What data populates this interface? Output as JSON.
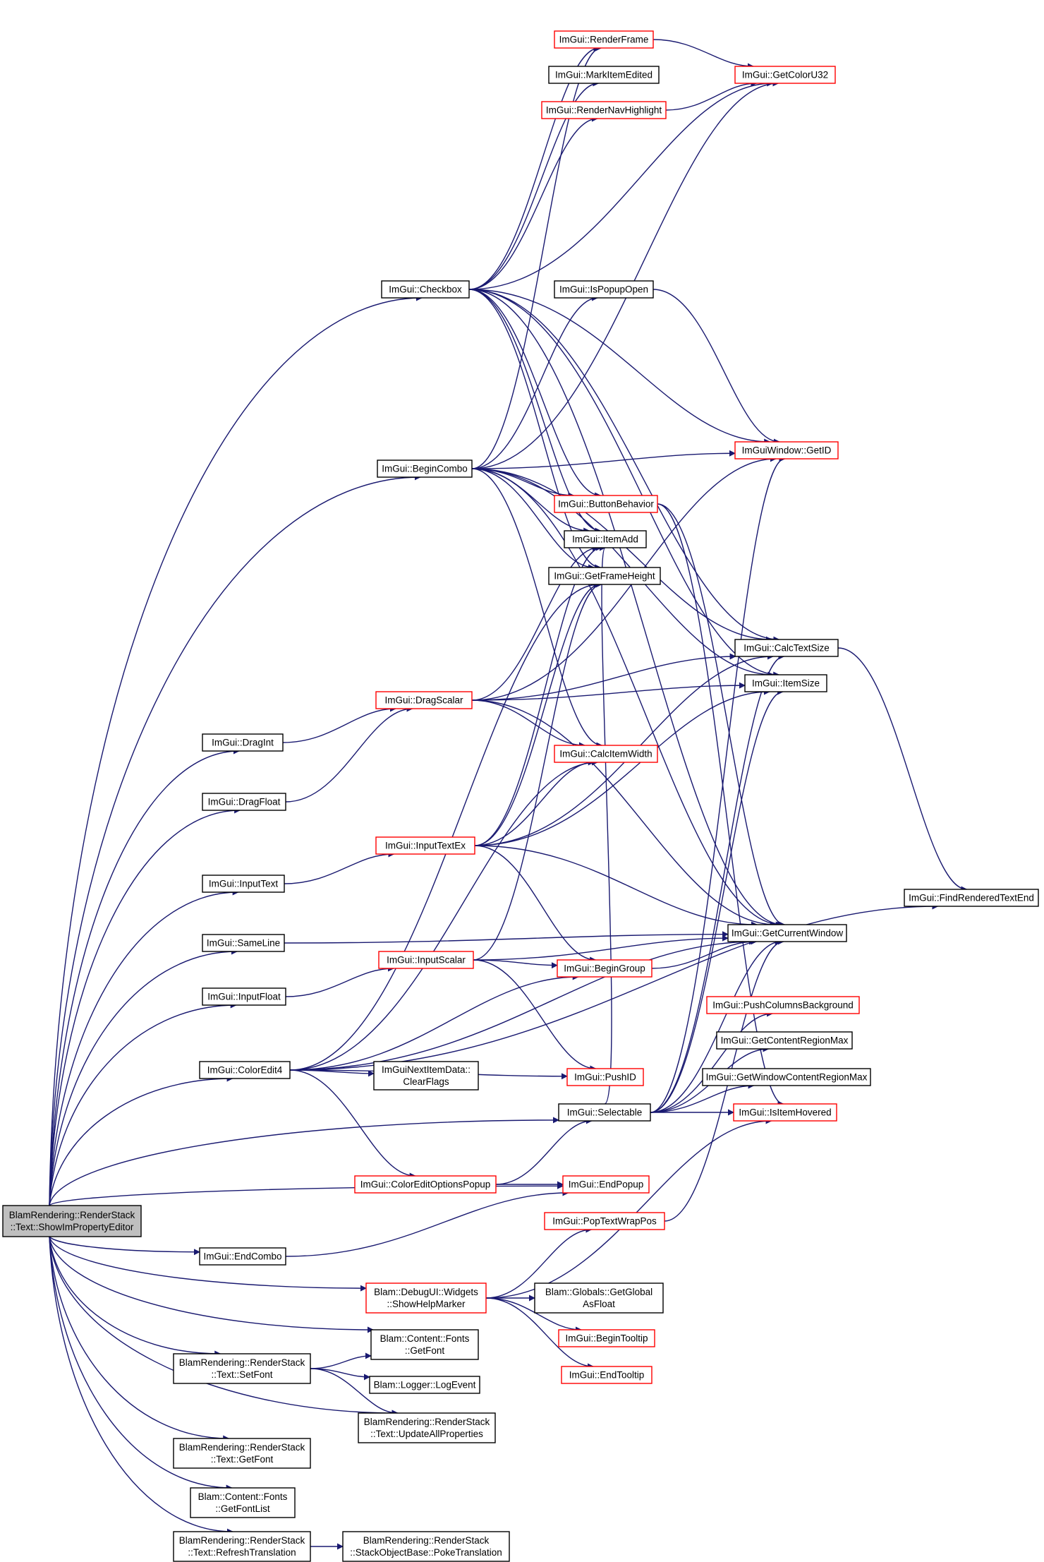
{
  "colors": {
    "edge": "#191970",
    "box_default": "#000000",
    "box_truncated": "#ff0000",
    "root_fill": "#bfbfbf"
  },
  "nodes": [
    {
      "id": "root",
      "lines": [
        "BlamRendering::RenderStack",
        "::Text::ShowImPropertyEditor"
      ],
      "style": "root"
    },
    {
      "id": "checkbox",
      "lines": [
        "ImGui::Checkbox"
      ],
      "style": "normal"
    },
    {
      "id": "begincombo",
      "lines": [
        "ImGui::BeginCombo"
      ],
      "style": "normal"
    },
    {
      "id": "dragint",
      "lines": [
        "ImGui::DragInt"
      ],
      "style": "normal"
    },
    {
      "id": "dragfloat",
      "lines": [
        "ImGui::DragFloat"
      ],
      "style": "normal"
    },
    {
      "id": "inputtext",
      "lines": [
        "ImGui::InputText"
      ],
      "style": "normal"
    },
    {
      "id": "sameline",
      "lines": [
        "ImGui::SameLine"
      ],
      "style": "normal"
    },
    {
      "id": "inputfloat",
      "lines": [
        "ImGui::InputFloat"
      ],
      "style": "normal"
    },
    {
      "id": "coloredit4",
      "lines": [
        "ImGui::ColorEdit4"
      ],
      "style": "normal"
    },
    {
      "id": "endcombo",
      "lines": [
        "ImGui::EndCombo"
      ],
      "style": "normal"
    },
    {
      "id": "setfont",
      "lines": [
        "BlamRendering::RenderStack",
        "::Text::SetFont"
      ],
      "style": "normal"
    },
    {
      "id": "getfont_rs",
      "lines": [
        "BlamRendering::RenderStack",
        "::Text::GetFont"
      ],
      "style": "normal"
    },
    {
      "id": "getfontlist",
      "lines": [
        "Blam::Content::Fonts",
        "::GetFontList"
      ],
      "style": "normal"
    },
    {
      "id": "refreshtranslation",
      "lines": [
        "BlamRendering::RenderStack",
        "::Text::RefreshTranslation"
      ],
      "style": "normal"
    },
    {
      "id": "dragscalar",
      "lines": [
        "ImGui::DragScalar"
      ],
      "style": "truncated"
    },
    {
      "id": "inputtextex",
      "lines": [
        "ImGui::InputTextEx"
      ],
      "style": "truncated"
    },
    {
      "id": "inputscalar",
      "lines": [
        "ImGui::InputScalar"
      ],
      "style": "truncated"
    },
    {
      "id": "clearflags",
      "lines": [
        "ImGuiNextItemData::",
        "ClearFlags"
      ],
      "style": "normal"
    },
    {
      "id": "coloreditoptionspopup",
      "lines": [
        "ImGui::ColorEditOptionsPopup"
      ],
      "style": "truncated"
    },
    {
      "id": "showhelpmarker",
      "lines": [
        "Blam::DebugUI::Widgets",
        "::ShowHelpMarker"
      ],
      "style": "truncated"
    },
    {
      "id": "getfont_content",
      "lines": [
        "Blam::Content::Fonts",
        "::GetFont"
      ],
      "style": "normal"
    },
    {
      "id": "logevent",
      "lines": [
        "Blam::Logger::LogEvent"
      ],
      "style": "normal"
    },
    {
      "id": "updateallproperties",
      "lines": [
        "BlamRendering::RenderStack",
        "::Text::UpdateAllProperties"
      ],
      "style": "normal"
    },
    {
      "id": "poketranslation",
      "lines": [
        "BlamRendering::RenderStack",
        "::StackObjectBase::PokeTranslation"
      ],
      "style": "normal"
    },
    {
      "id": "renderframe",
      "lines": [
        "ImGui::RenderFrame"
      ],
      "style": "truncated"
    },
    {
      "id": "markitemedited",
      "lines": [
        "ImGui::MarkItemEdited"
      ],
      "style": "normal"
    },
    {
      "id": "rendernavhighlight",
      "lines": [
        "ImGui::RenderNavHighlight"
      ],
      "style": "truncated"
    },
    {
      "id": "ispopupopen",
      "lines": [
        "ImGui::IsPopupOpen"
      ],
      "style": "normal"
    },
    {
      "id": "buttonbehavior",
      "lines": [
        "ImGui::ButtonBehavior"
      ],
      "style": "truncated"
    },
    {
      "id": "itemadd",
      "lines": [
        "ImGui::ItemAdd"
      ],
      "style": "normal"
    },
    {
      "id": "getframeheight",
      "lines": [
        "ImGui::GetFrameHeight"
      ],
      "style": "normal"
    },
    {
      "id": "calcitemwidth",
      "lines": [
        "ImGui::CalcItemWidth"
      ],
      "style": "truncated"
    },
    {
      "id": "begingroup",
      "lines": [
        "ImGui::BeginGroup"
      ],
      "style": "truncated"
    },
    {
      "id": "pushid",
      "lines": [
        "ImGui::PushID"
      ],
      "style": "truncated"
    },
    {
      "id": "selectable",
      "lines": [
        "ImGui::Selectable"
      ],
      "style": "normal"
    },
    {
      "id": "endpopup",
      "lines": [
        "ImGui::EndPopup"
      ],
      "style": "truncated"
    },
    {
      "id": "poptextwrappos",
      "lines": [
        "ImGui::PopTextWrapPos"
      ],
      "style": "truncated"
    },
    {
      "id": "getglobalasfloat",
      "lines": [
        "Blam::Globals::GetGlobal",
        "AsFloat"
      ],
      "style": "normal"
    },
    {
      "id": "begintooltip",
      "lines": [
        "ImGui::BeginTooltip"
      ],
      "style": "truncated"
    },
    {
      "id": "endtooltip",
      "lines": [
        "ImGui::EndTooltip"
      ],
      "style": "truncated"
    },
    {
      "id": "getcoloru32",
      "lines": [
        "ImGui::GetColorU32"
      ],
      "style": "truncated"
    },
    {
      "id": "getid",
      "lines": [
        "ImGuiWindow::GetID"
      ],
      "style": "truncated"
    },
    {
      "id": "calctextsize",
      "lines": [
        "ImGui::CalcTextSize"
      ],
      "style": "normal"
    },
    {
      "id": "itemsize",
      "lines": [
        "ImGui::ItemSize"
      ],
      "style": "normal"
    },
    {
      "id": "getcurrentwindow",
      "lines": [
        "ImGui::GetCurrentWindow"
      ],
      "style": "normal"
    },
    {
      "id": "pushcolumnsbackground",
      "lines": [
        "ImGui::PushColumnsBackground"
      ],
      "style": "truncated"
    },
    {
      "id": "getcontentregionmax",
      "lines": [
        "ImGui::GetContentRegionMax"
      ],
      "style": "normal"
    },
    {
      "id": "getwindowcontentregionmax",
      "lines": [
        "ImGui::GetWindowContentRegionMax"
      ],
      "style": "normal"
    },
    {
      "id": "isitemhovered",
      "lines": [
        "ImGui::IsItemHovered"
      ],
      "style": "truncated"
    },
    {
      "id": "findrenderedtextend",
      "lines": [
        "ImGui::FindRenderedTextEnd"
      ],
      "style": "normal"
    }
  ],
  "edges": [
    [
      "root",
      "checkbox"
    ],
    [
      "root",
      "begincombo"
    ],
    [
      "root",
      "dragint"
    ],
    [
      "root",
      "dragfloat"
    ],
    [
      "root",
      "inputtext"
    ],
    [
      "root",
      "sameline"
    ],
    [
      "root",
      "inputfloat"
    ],
    [
      "root",
      "coloredit4"
    ],
    [
      "root",
      "selectable"
    ],
    [
      "root",
      "endcombo"
    ],
    [
      "root",
      "showhelpmarker"
    ],
    [
      "root",
      "getfont_content"
    ],
    [
      "root",
      "setfont"
    ],
    [
      "root",
      "updateallproperties"
    ],
    [
      "root",
      "getfont_rs"
    ],
    [
      "root",
      "getfontlist"
    ],
    [
      "root",
      "refreshtranslation"
    ],
    [
      "root",
      "endpopup"
    ],
    [
      "checkbox",
      "renderframe"
    ],
    [
      "checkbox",
      "markitemedited"
    ],
    [
      "checkbox",
      "rendernavhighlight"
    ],
    [
      "checkbox",
      "getcoloru32"
    ],
    [
      "checkbox",
      "getid"
    ],
    [
      "checkbox",
      "buttonbehavior"
    ],
    [
      "checkbox",
      "itemadd"
    ],
    [
      "checkbox",
      "getframeheight"
    ],
    [
      "checkbox",
      "calctextsize"
    ],
    [
      "checkbox",
      "itemsize"
    ],
    [
      "checkbox",
      "getcurrentwindow"
    ],
    [
      "begincombo",
      "ispopupopen"
    ],
    [
      "begincombo",
      "buttonbehavior"
    ],
    [
      "begincombo",
      "itemadd"
    ],
    [
      "begincombo",
      "getframeheight"
    ],
    [
      "begincombo",
      "calcitemwidth"
    ],
    [
      "begincombo",
      "getid"
    ],
    [
      "begincombo",
      "calctextsize"
    ],
    [
      "begincombo",
      "itemsize"
    ],
    [
      "begincombo",
      "getcurrentwindow"
    ],
    [
      "begincombo",
      "getcoloru32"
    ],
    [
      "begincombo",
      "renderframe"
    ],
    [
      "dragint",
      "dragscalar"
    ],
    [
      "dragfloat",
      "dragscalar"
    ],
    [
      "inputtext",
      "inputtextex"
    ],
    [
      "sameline",
      "getcurrentwindow"
    ],
    [
      "inputfloat",
      "inputscalar"
    ],
    [
      "coloredit4",
      "clearflags"
    ],
    [
      "coloredit4",
      "pushid"
    ],
    [
      "coloredit4",
      "coloreditoptionspopup"
    ],
    [
      "coloredit4",
      "getcurrentwindow"
    ],
    [
      "coloredit4",
      "calcitemwidth"
    ],
    [
      "coloredit4",
      "getframeheight"
    ],
    [
      "coloredit4",
      "findrenderedtextend"
    ],
    [
      "coloredit4",
      "begingroup"
    ],
    [
      "endcombo",
      "endpopup"
    ],
    [
      "setfont",
      "getfont_content"
    ],
    [
      "setfont",
      "logevent"
    ],
    [
      "setfont",
      "updateallproperties"
    ],
    [
      "refreshtranslation",
      "poketranslation"
    ],
    [
      "dragscalar",
      "itemadd"
    ],
    [
      "dragscalar",
      "calctextsize"
    ],
    [
      "dragscalar",
      "itemsize"
    ],
    [
      "dragscalar",
      "calcitemwidth"
    ],
    [
      "dragscalar",
      "getid"
    ],
    [
      "dragscalar",
      "getcurrentwindow"
    ],
    [
      "inputtextex",
      "itemadd"
    ],
    [
      "inputtextex",
      "calcitemwidth"
    ],
    [
      "inputtextex",
      "calctextsize"
    ],
    [
      "inputtextex",
      "itemsize"
    ],
    [
      "inputtextex",
      "getcurrentwindow"
    ],
    [
      "inputtextex",
      "begingroup"
    ],
    [
      "inputtextex",
      "getframeheight"
    ],
    [
      "inputscalar",
      "begingroup"
    ],
    [
      "inputscalar",
      "pushid"
    ],
    [
      "inputscalar",
      "getcurrentwindow"
    ],
    [
      "inputscalar",
      "getframeheight"
    ],
    [
      "coloreditoptionspopup",
      "selectable"
    ],
    [
      "coloreditoptionspopup",
      "endpopup"
    ],
    [
      "showhelpmarker",
      "poptextwrappos"
    ],
    [
      "showhelpmarker",
      "getglobalasfloat"
    ],
    [
      "showhelpmarker",
      "begintooltip"
    ],
    [
      "showhelpmarker",
      "endtooltip"
    ],
    [
      "showhelpmarker",
      "isitemhovered"
    ],
    [
      "renderframe",
      "getcoloru32"
    ],
    [
      "rendernavhighlight",
      "getcoloru32"
    ],
    [
      "ispopupopen",
      "getid"
    ],
    [
      "buttonbehavior",
      "isitemhovered"
    ],
    [
      "buttonbehavior",
      "getcurrentwindow"
    ],
    [
      "begingroup",
      "getcurrentwindow"
    ],
    [
      "poptextwrappos",
      "getcurrentwindow"
    ],
    [
      "selectable",
      "getcurrentwindow"
    ],
    [
      "selectable",
      "pushcolumnsbackground"
    ],
    [
      "selectable",
      "getcontentregionmax"
    ],
    [
      "selectable",
      "getwindowcontentregionmax"
    ],
    [
      "selectable",
      "isitemhovered"
    ],
    [
      "selectable",
      "calctextsize"
    ],
    [
      "selectable",
      "itemsize"
    ],
    [
      "selectable",
      "getid"
    ],
    [
      "selectable",
      "itemadd"
    ],
    [
      "calctextsize",
      "findrenderedtextend"
    ]
  ]
}
